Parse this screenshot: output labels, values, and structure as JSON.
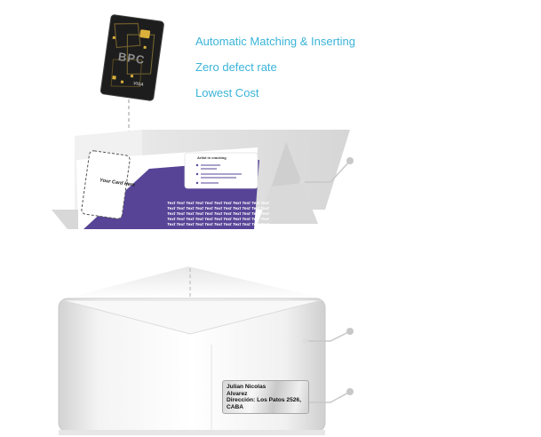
{
  "features": [
    "Automatic Matching & Inserting",
    "Zero defect rate",
    "Lowest Cost"
  ],
  "card": {
    "brand": "BPC",
    "network": "VISA"
  },
  "letter": {
    "placeholder": "Your Card Here",
    "info_title": "Artist in cracking",
    "repeat_word": "Text"
  },
  "address": [
    "Julian Nicolas",
    "Alvarez",
    "Dirección: Los Patos 2526,",
    "CABA"
  ],
  "colors": {
    "accent": "#3bb4d8",
    "purple": "#574497",
    "callout": "#c8c8c8"
  }
}
